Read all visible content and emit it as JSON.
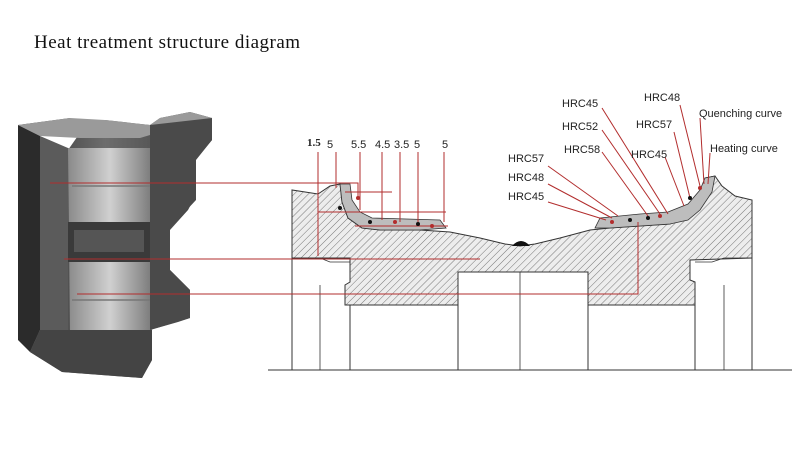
{
  "title": "Heat treatment structure diagram",
  "dimensions": [
    "1.5",
    "5",
    "5.5",
    "4.5",
    "3.5",
    "5",
    "5"
  ],
  "hardness_left": [
    "HRC57",
    "HRC48",
    "HRC45"
  ],
  "hardness_right": [
    "HRC45",
    "HRC52",
    "HRC58",
    "HRC57",
    "HRC45",
    "HRC48"
  ],
  "curves": {
    "quenching": "Quenching curve",
    "heating": "Heating curve"
  },
  "colors": {
    "leader": "#b22d2d",
    "outline": "#333333",
    "hatch": "#6a6a6a",
    "photo_dark": "#3b3b3b"
  }
}
